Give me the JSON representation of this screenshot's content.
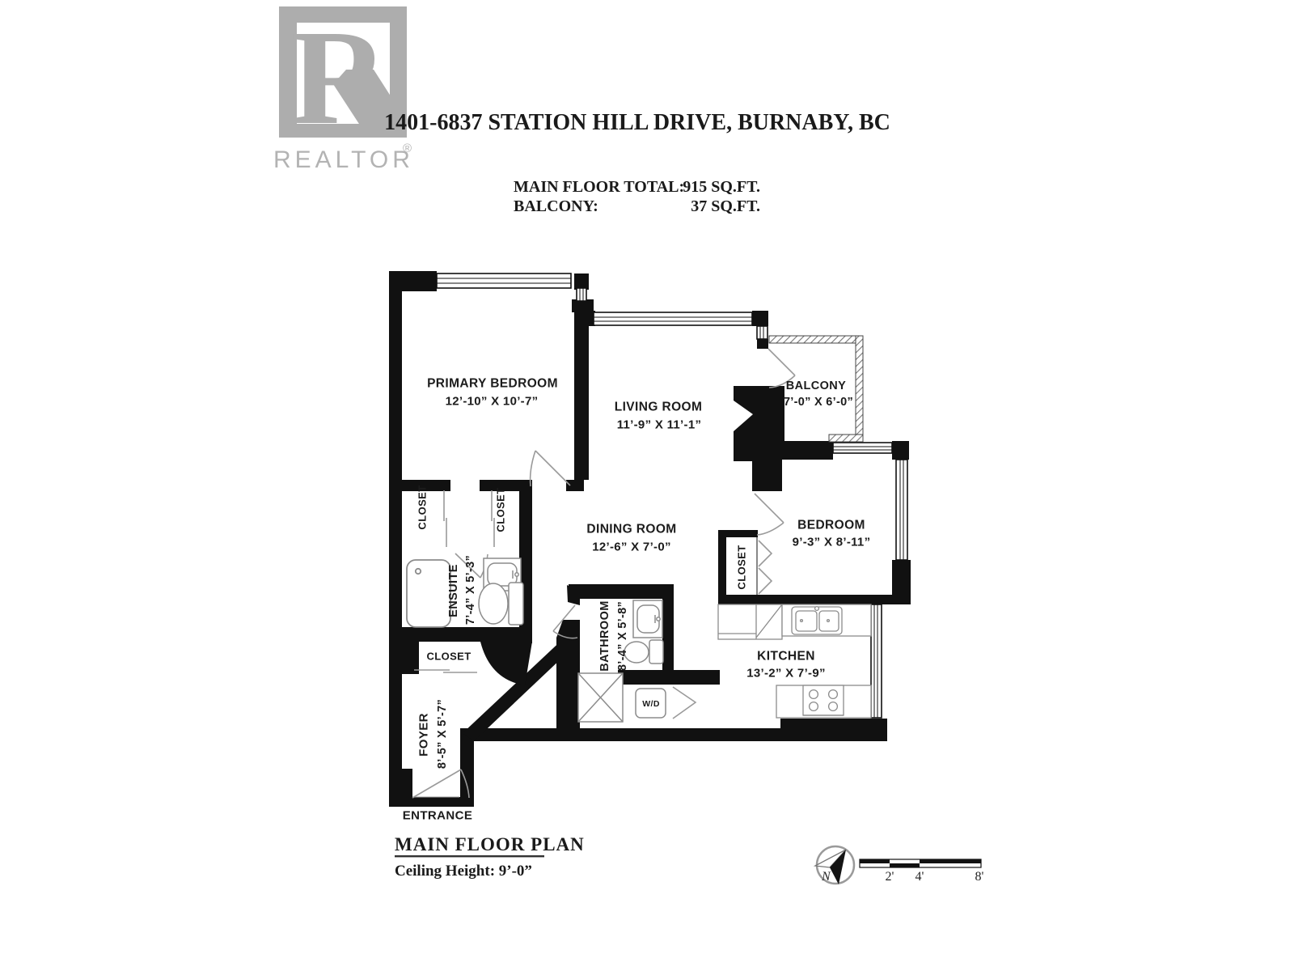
{
  "header": {
    "logo": {
      "letter": "R",
      "brand": "REALTOR",
      "registered": "®"
    },
    "title": "1401-6837 STATION HILL DRIVE, BURNABY, BC",
    "areas": [
      {
        "label": "MAIN FLOOR TOTAL:",
        "value": "915 SQ.FT."
      },
      {
        "label": "BALCONY:",
        "value": "37 SQ.FT."
      }
    ]
  },
  "rooms": {
    "primary_bedroom": {
      "name": "PRIMARY BEDROOM",
      "dims": "12’-10” X 10’-7”"
    },
    "living_room": {
      "name": "LIVING ROOM",
      "dims": "11’-9” X 11’-1”"
    },
    "balcony": {
      "name": "BALCONY",
      "dims": "7’-0” X 6’-0”"
    },
    "bedroom": {
      "name": "BEDROOM",
      "dims": "9’-3” X 8’-11”"
    },
    "dining_room": {
      "name": "DINING ROOM",
      "dims": "12’-6” X 7’-0”"
    },
    "kitchen": {
      "name": "KITCHEN",
      "dims": "13’-2” X 7’-9”"
    },
    "ensuite": {
      "name": "ENSUITE",
      "dims": "7’-4” X 5’-3”"
    },
    "bathroom": {
      "name": "BATHROOM",
      "dims": "8’-4” X 5’-8”"
    },
    "foyer": {
      "name": "FOYER",
      "dims": "8’-5” X 5’-7”"
    }
  },
  "labels": {
    "closet": "CLOSET",
    "washer_dryer": "W/D",
    "entrance": "ENTRANCE"
  },
  "footer": {
    "plan_title": "MAIN FLOOR PLAN",
    "ceiling": "Ceiling Height: 9’-0”",
    "compass_north": "N",
    "scale_ticks": [
      "2'",
      "4'",
      "8'"
    ]
  },
  "colors": {
    "wall": "#111111",
    "fixture_line": "#8c8c8c",
    "logo_gray": "#adadad",
    "brand_text": "#b3b3b3",
    "hatch": "#777777"
  }
}
